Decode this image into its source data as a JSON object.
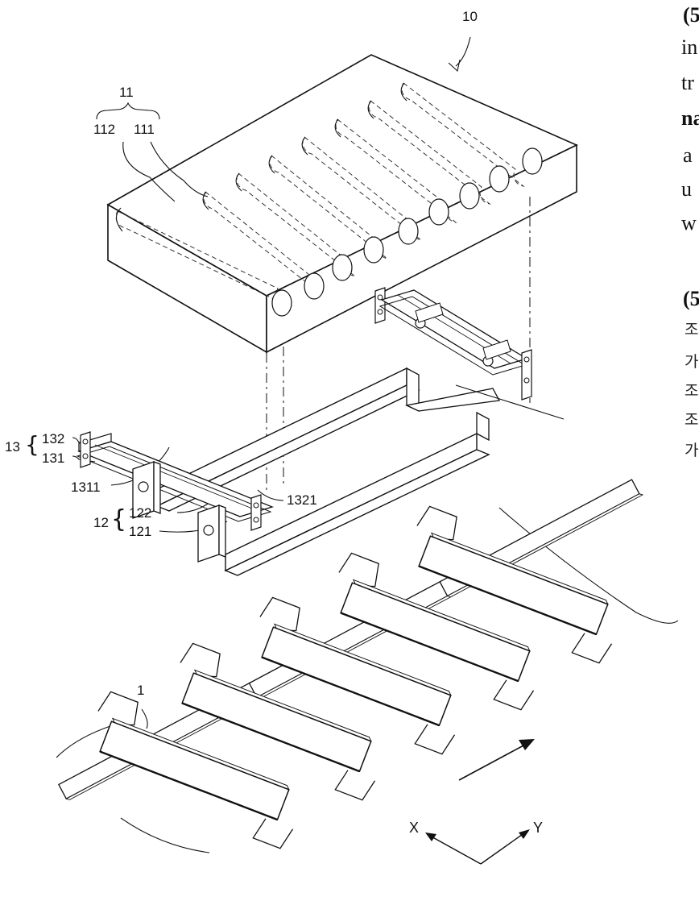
{
  "labels": {
    "assembly": "10",
    "block": "11",
    "block_part_a": "112",
    "block_part_b": "111",
    "frame": "13",
    "frame_upper": "132",
    "frame_lower": "131",
    "bracket_hole": "1311",
    "rail_hole": "1321",
    "support": "12",
    "support_upper": "122",
    "support_lower": "121",
    "cell": "1"
  },
  "axes": {
    "x": "X",
    "y": "Y"
  },
  "cropped_text": {
    "line1": "(5",
    "line2": "in",
    "line3": "tr",
    "line4": "na",
    "line5": "a",
    "line6": "u",
    "line7": "w",
    "line8": "(5",
    "k1": "조",
    "k2": "가",
    "k3": "조",
    "k4": "조",
    "k5": "가"
  }
}
